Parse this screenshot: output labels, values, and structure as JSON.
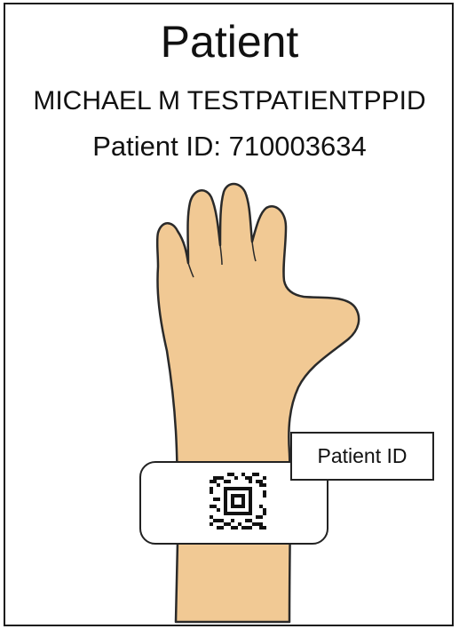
{
  "header": {
    "title": "Patient",
    "patient_name": "MICHAEL M TESTPATIENTPPID",
    "patient_id_line": "Patient ID: 710003634"
  },
  "illustration": {
    "icon": "raised-hand-with-wristband",
    "skin_color": "#F1C994",
    "outline_color": "#2a2a2a"
  },
  "wristband": {
    "barcode_icon": "2d-barcode-icon",
    "callout_label": "Patient ID"
  }
}
